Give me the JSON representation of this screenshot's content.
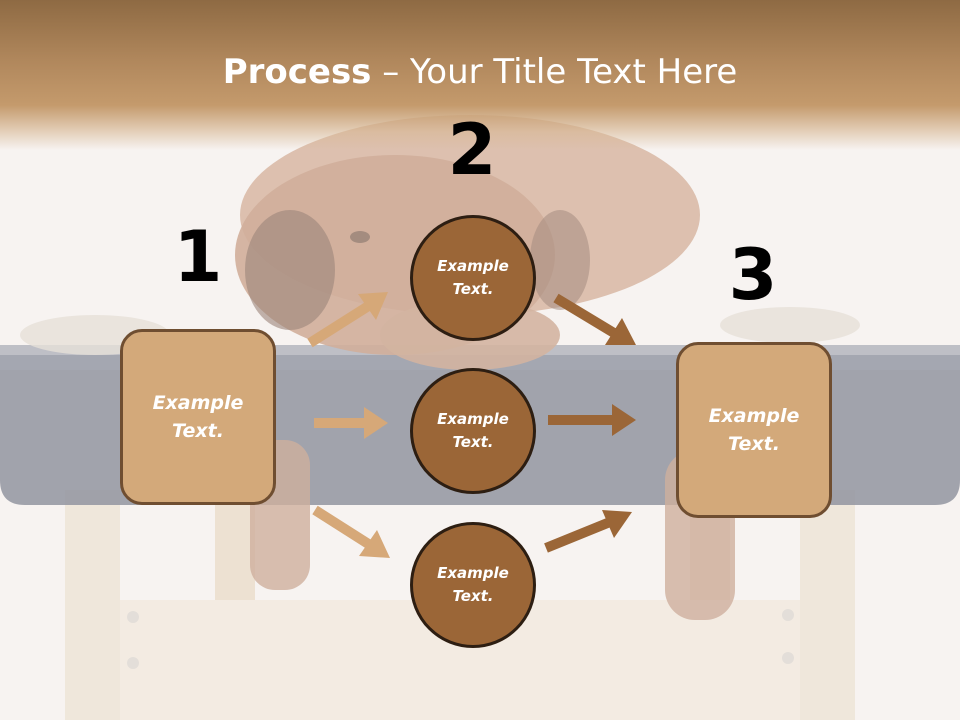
{
  "title": {
    "bold": "Process",
    "rest": " – Your Title Text Here"
  },
  "steps": [
    {
      "number": "1",
      "text": "Example Text."
    },
    {
      "number": "2",
      "texts": [
        "Example Text.",
        "Example Text.",
        "Example Text."
      ]
    },
    {
      "number": "3",
      "text": "Example Text."
    }
  ],
  "colors": {
    "box_fill": "#d3a97a",
    "circle_fill": "#9b6637",
    "arrow_light": "#d6a878",
    "arrow_dark": "#9b6637"
  }
}
